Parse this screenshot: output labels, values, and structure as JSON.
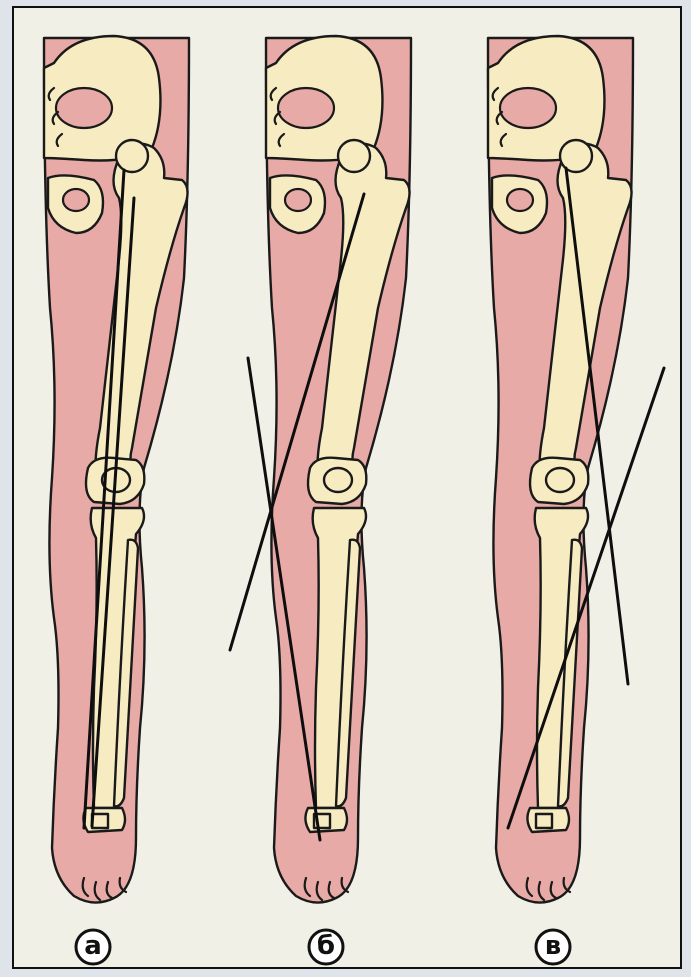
{
  "labels": {
    "a": "а",
    "b": "б",
    "c": "в"
  },
  "colors": {
    "background": "#f0f0e6",
    "skin": "#e8aaa6",
    "bone": "#f7ebc2",
    "outline": "#1a1a1a"
  }
}
